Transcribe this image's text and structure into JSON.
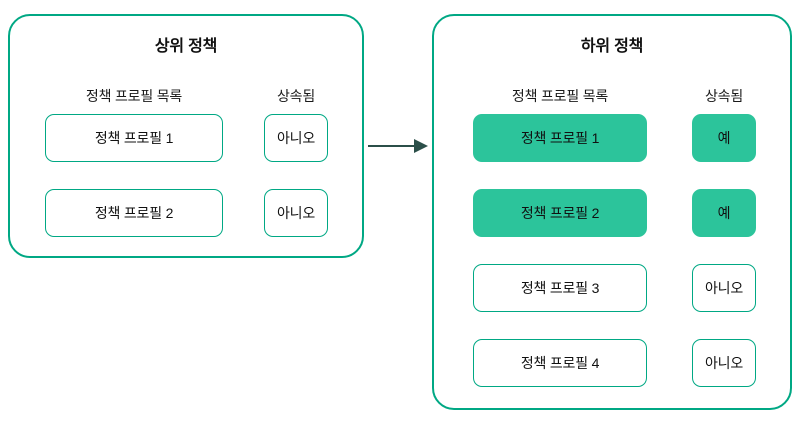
{
  "diagram": {
    "title_hidden": "",
    "background_color": "#ffffff",
    "accent_color": "#00a884",
    "fill_color": "#2cc49b",
    "arrow_color": "#2b4f49",
    "text_color": "#111111"
  },
  "parent_panel": {
    "title": "상위 정책",
    "columns": {
      "profile": "정책 프로필 목록",
      "inherited": "상속됨"
    },
    "rows": [
      {
        "profile": "정책 프로필 1",
        "inherited": "아니오",
        "highlighted": false
      },
      {
        "profile": "정책 프로필 2",
        "inherited": "아니오",
        "highlighted": false
      }
    ]
  },
  "child_panel": {
    "title": "하위 정책",
    "columns": {
      "profile": "정책 프로필 목록",
      "inherited": "상속됨"
    },
    "rows": [
      {
        "profile": "정책 프로필 1",
        "inherited": "예",
        "highlighted": true
      },
      {
        "profile": "정책 프로필 2",
        "inherited": "예",
        "highlighted": true
      },
      {
        "profile": "정책 프로필 3",
        "inherited": "아니오",
        "highlighted": false
      },
      {
        "profile": "정책 프로필 4",
        "inherited": "아니오",
        "highlighted": false
      }
    ]
  },
  "connector": {
    "label": "",
    "direction": "right"
  }
}
